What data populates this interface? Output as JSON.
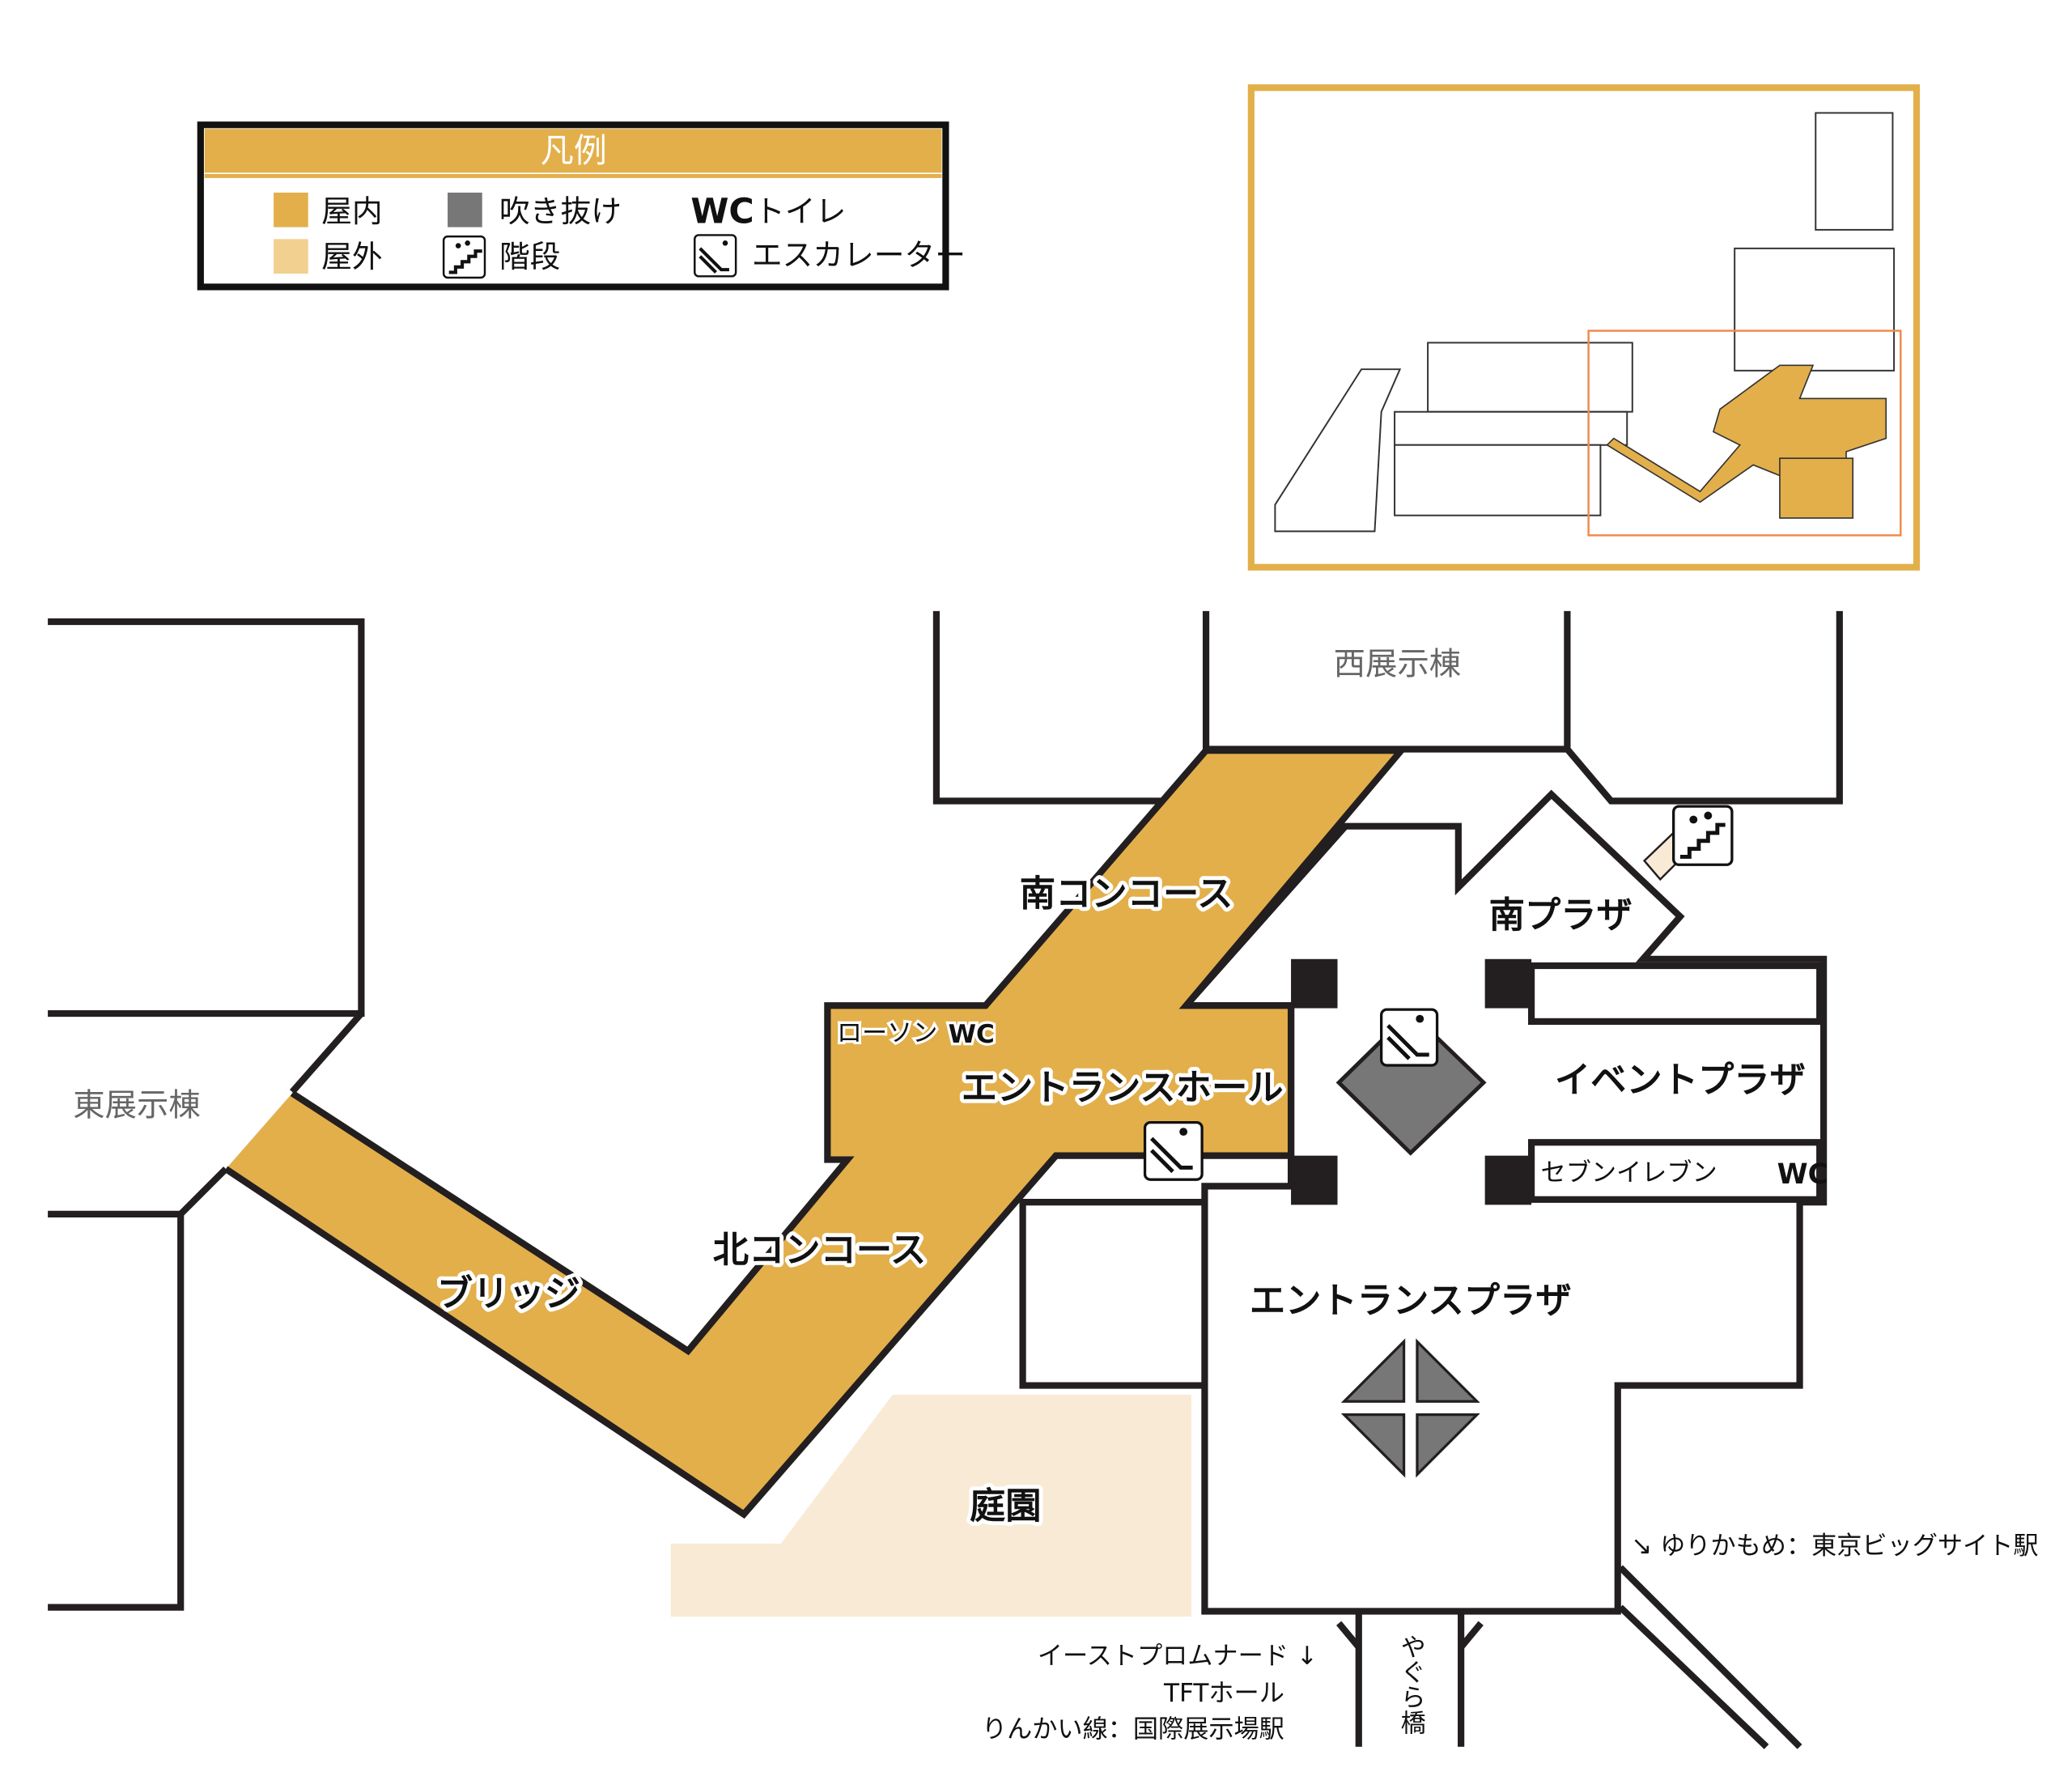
{
  "colors": {
    "indoor": "#E3AF4B",
    "outdoor": "#F8EAD5",
    "void": "#777777",
    "outline": "#231F20",
    "legend_outdoor": "#F2D08F"
  },
  "legend": {
    "title": "凡例",
    "items": [
      {
        "label": "屋内",
        "icon": "indoor-swatch"
      },
      {
        "label": "屋外",
        "icon": "outdoor-swatch"
      },
      {
        "label": "吹き抜け",
        "icon": "void-swatch"
      },
      {
        "label": "階段",
        "icon": "stairs-icon"
      },
      {
        "label": "トイレ",
        "icon": "wc-icon",
        "symbol": "WC"
      },
      {
        "label": "エスカレーター",
        "icon": "escalator-icon"
      }
    ]
  },
  "buildings": {
    "west": "西展示棟",
    "east": "東展示棟"
  },
  "areas": {
    "south_concourse": "南コンコース",
    "entrance_hall": "エントランスホール",
    "north_concourse": "北コンコース",
    "bridge": "ブリッジ",
    "south_plaza": "南プラザ",
    "event_plaza": "イベントプラザ",
    "entrance_plaza": "エントランスプラザ",
    "garden": "庭園"
  },
  "shops": {
    "lawson": "ローソン",
    "lawson_wc": "WC",
    "seven": "セブンイレブン",
    "seven_wc": "WC"
  },
  "directions": {
    "yurikamome": "↘ ゆりかもめ：東京ビッグサイト駅",
    "promenade": "イーストプロムナード ↓",
    "tft": "TFTホール",
    "rinkai": "りんかい線：国際展示場駅",
    "yagura": "やぐら橋"
  }
}
